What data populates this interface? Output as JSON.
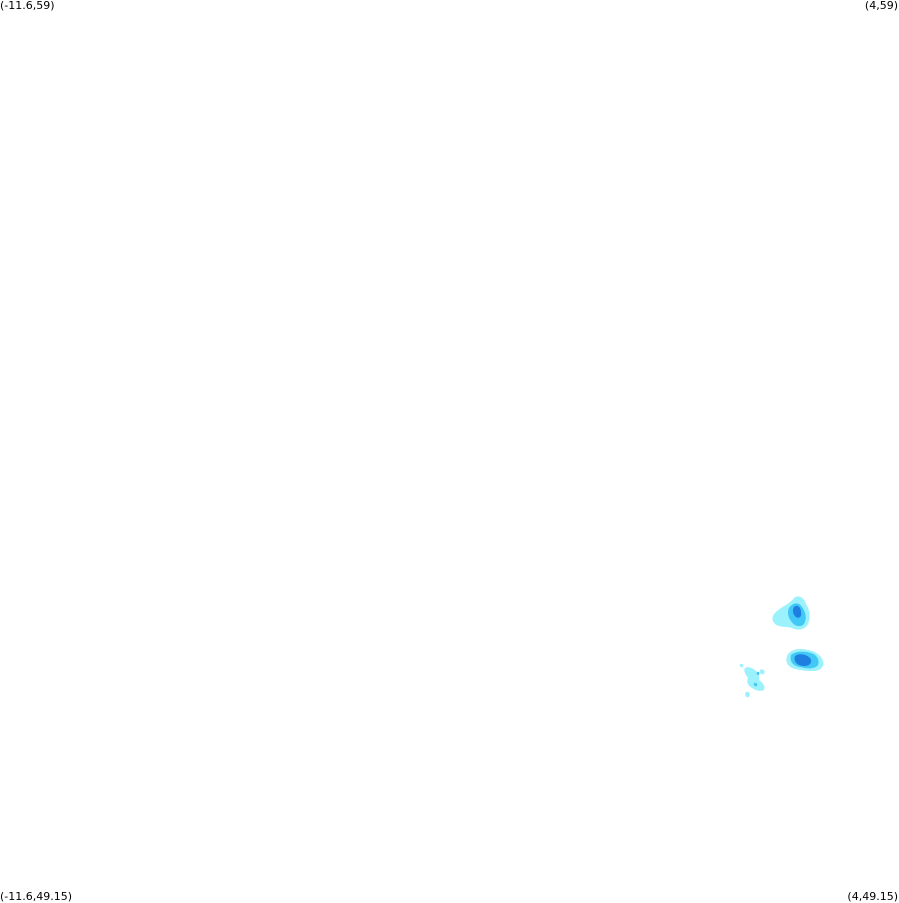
{
  "map": {
    "corners": {
      "top_left": "(-11.6,59)",
      "top_right": "(4,59)",
      "bottom_left": "(-11.6,49.15)",
      "bottom_right": "(4,49.15)"
    },
    "bounds": {
      "lon_min": -11.6,
      "lon_max": 4,
      "lat_min": 49.15,
      "lat_max": 59
    },
    "colors": {
      "background": "#ffffff",
      "light": "#9cf2fc",
      "medium": "#41c8f5",
      "heavy": "#1e7fe0"
    }
  }
}
